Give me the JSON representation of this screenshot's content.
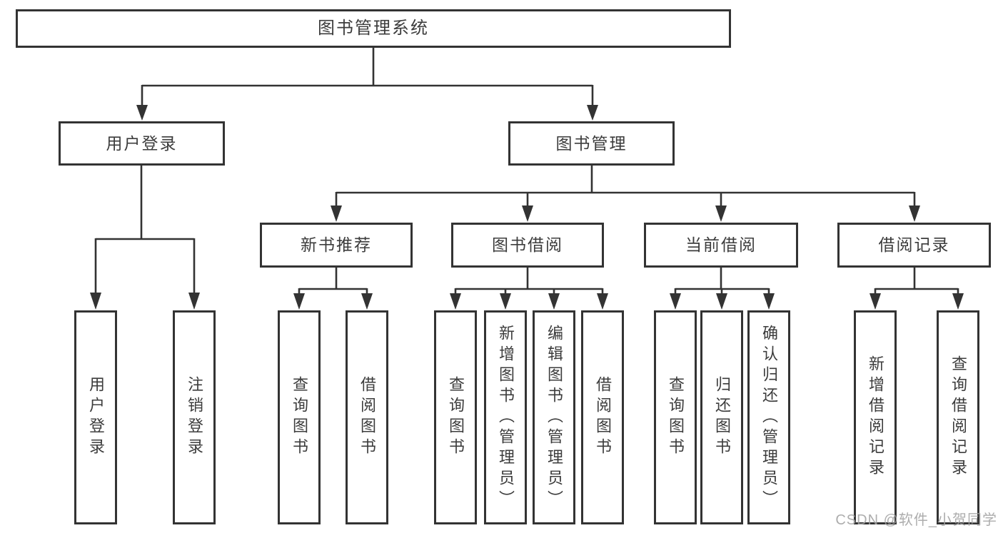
{
  "colors": {
    "line": "#333333",
    "text": "#3c3c3c",
    "background": "#ffffff",
    "watermark": "#a2a2a2"
  },
  "diagram": {
    "root": {
      "label": "图书管理系统"
    },
    "branches": [
      {
        "label": "用户登录"
      },
      {
        "label": "图书管理"
      }
    ],
    "modules": [
      {
        "label": "新书推荐"
      },
      {
        "label": "图书借阅"
      },
      {
        "label": "当前借阅"
      },
      {
        "label": "借阅记录"
      }
    ],
    "leaves": {
      "login": [
        "用户登录",
        "注销登录"
      ],
      "recommend": [
        "查询图书",
        "借阅图书"
      ],
      "borrow": [
        "查询图书",
        "新增图书（管理员）",
        "编辑图书（管理员）",
        "借阅图书"
      ],
      "current": [
        "查询图书",
        "归还图书",
        "确认归还（管理员）"
      ],
      "records": [
        "新增借阅记录",
        "查询借阅记录"
      ]
    }
  },
  "watermark": {
    "text": "CSDN @软件_小贺同学"
  }
}
